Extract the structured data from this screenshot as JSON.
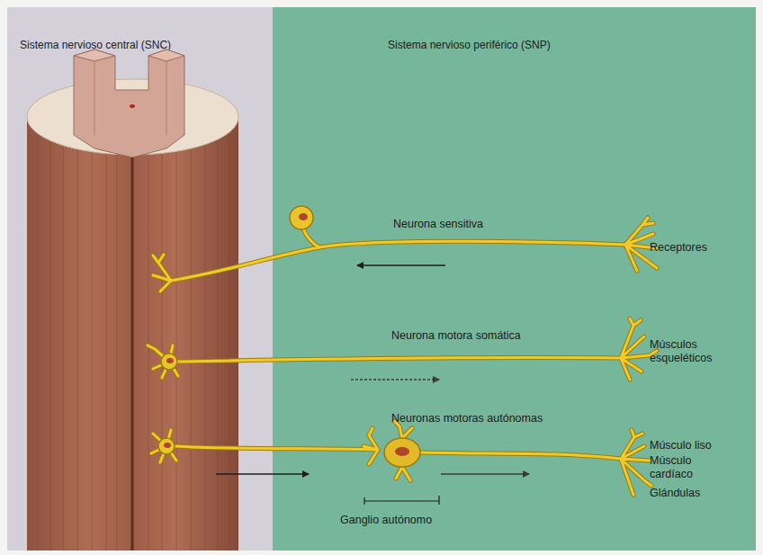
{
  "diagram": {
    "nodes": [
      {
        "text": [
          "Sistema nervioso central (SNC)"
        ]
      },
      {
        "text": [
          "Sistema nervioso periférico (SNP)"
        ]
      }
    ],
    "labels": [
      "Neurona sensitiva",
      "Receptores",
      "Neurona motora somática",
      "Músculos esqueléticos",
      "Neuronas motoras autónomas",
      "Músculo liso",
      "Músculo cardíaco",
      "Glándulas",
      "Ganglio autónomo"
    ]
  }
}
